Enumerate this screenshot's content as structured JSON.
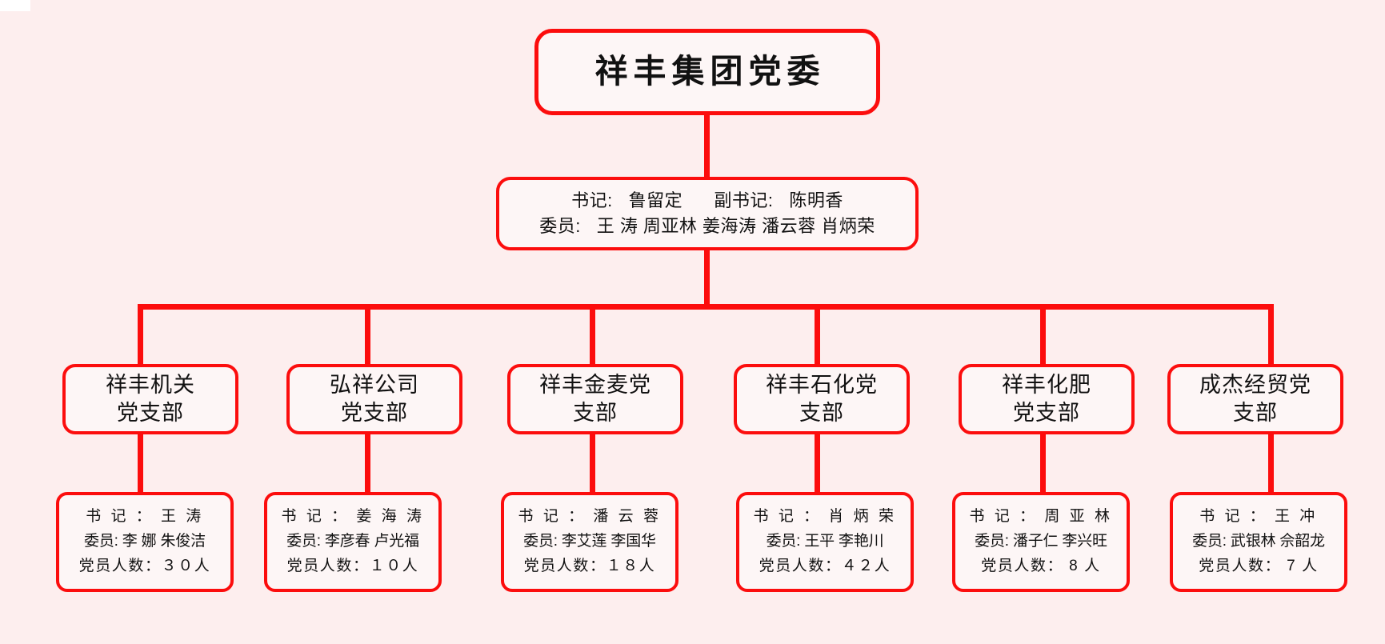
{
  "theme": {
    "background": "#fdeeee",
    "box_fill": "#fdf6f6",
    "border": "#fc0d0d",
    "text": "#111111"
  },
  "root": {
    "title": "祥丰集团党委"
  },
  "committee": {
    "secretary_label": "书记:",
    "secretary_name": "鲁留定",
    "deputy_label": "副书记:",
    "deputy_name": "陈明香",
    "members_label": "委员:",
    "members": "王 涛 周亚林  姜海涛 潘云蓉 肖炳荣",
    "line1": "书记:  鲁留定",
    "line1b": "副书记:  陈明香",
    "line2": "委员:  王 涛 周亚林  姜海涛 潘云蓉 肖炳荣"
  },
  "branches": [
    {
      "name": "祥丰机关\n党支部",
      "secretary": "书 记 ： 王 涛",
      "members": "委员: 李 娜  朱俊洁",
      "count": "党员人数：３０人"
    },
    {
      "name": "弘祥公司\n党支部",
      "secretary": "书 记 ： 姜 海 涛",
      "members": "委员: 李彦春  卢光福",
      "count": "党员人数：１０人"
    },
    {
      "name": "祥丰金麦党\n支部",
      "secretary": "书 记 ： 潘 云 蓉",
      "members": "委员: 李艾莲  李国华",
      "count": "党员人数：１８人"
    },
    {
      "name": "祥丰石化党\n支部",
      "secretary": "书 记 ： 肖 炳 荣",
      "members": "委员: 王平    李艳川",
      "count": "党员人数：４２人"
    },
    {
      "name": "祥丰化肥\n党支部",
      "secretary": "书 记 ： 周 亚 林",
      "members": "委员: 潘子仁  李兴旺",
      "count": "党员人数： 8 人"
    },
    {
      "name": "成杰经贸党\n支部",
      "secretary": "书 记 ： 王 冲",
      "members": "委员: 武银林  佘韶龙",
      "count": "党员人数： 7 人"
    }
  ]
}
